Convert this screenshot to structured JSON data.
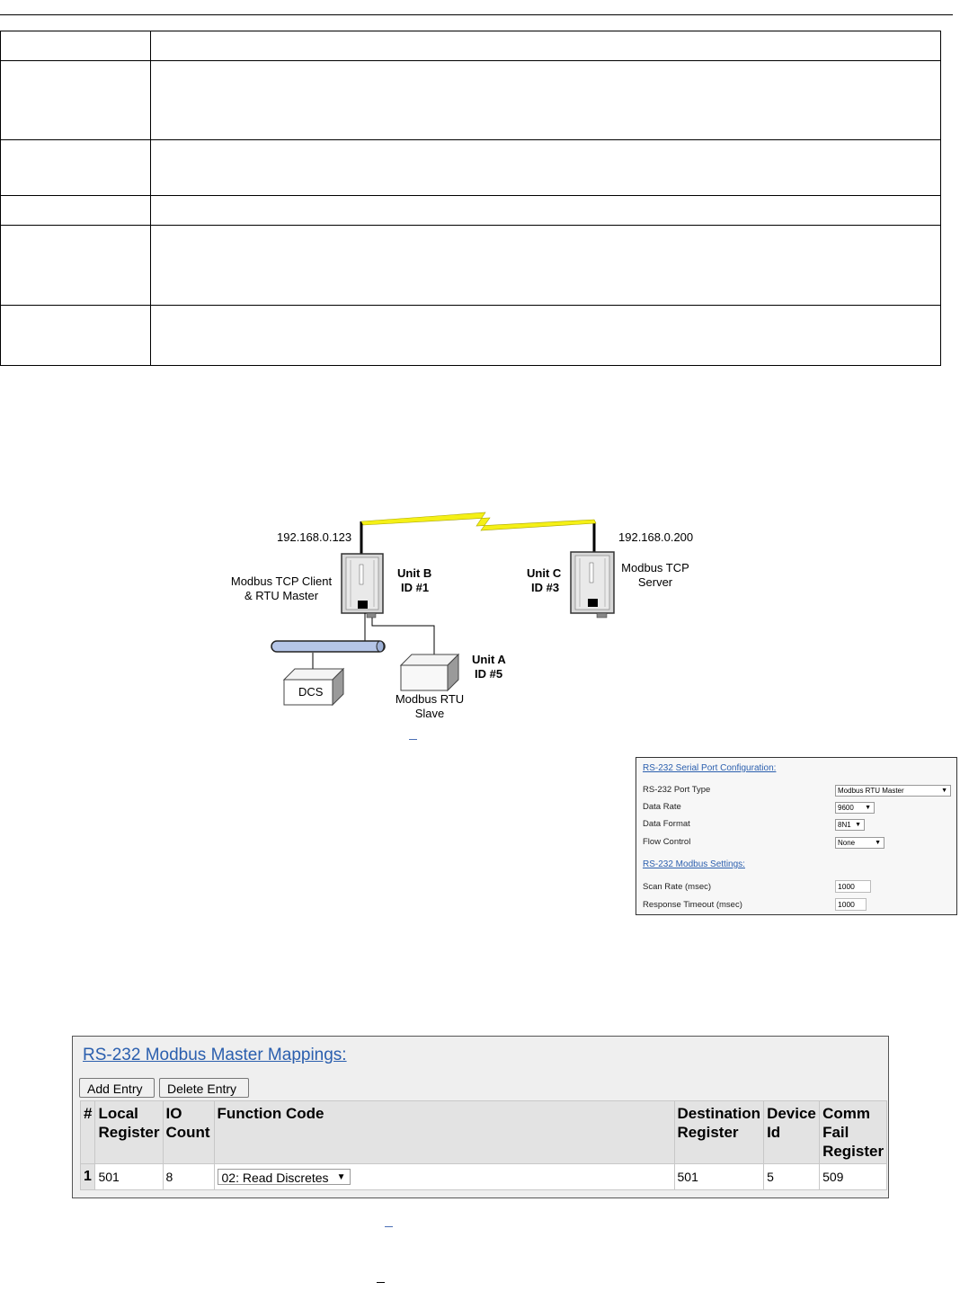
{
  "diagram": {
    "unit_b": {
      "ip": "192.168.0.123",
      "role_line1": "Modbus TCP Client",
      "role_line2": "& RTU Master",
      "name": "Unit B",
      "id": "ID #1"
    },
    "unit_c": {
      "ip": "192.168.0.200",
      "role_line1": "Modbus TCP",
      "role_line2": "Server",
      "name": "Unit C",
      "id": "ID #3"
    },
    "unit_a": {
      "role_line1": "Modbus RTU",
      "role_line2": "Slave",
      "name": "Unit A",
      "id": "ID #5"
    },
    "dcs_label": "DCS",
    "colors": {
      "radio_link": "#f5f016",
      "bus": "#b5c6e8"
    }
  },
  "rs232_config": {
    "section_title": "RS-232 Serial Port Configuration:",
    "rows": [
      {
        "label": "RS-232 Port Type",
        "value": "Modbus RTU Master"
      },
      {
        "label": "Data Rate",
        "value": "9600"
      },
      {
        "label": "Data Format",
        "value": "8N1"
      },
      {
        "label": "Flow Control",
        "value": "None"
      }
    ],
    "modbus_section_title": "RS-232 Modbus Settings:",
    "modbus_rows": [
      {
        "label": "Scan Rate (msec)",
        "value": "1000"
      },
      {
        "label": "Response Timeout (msec)",
        "value": "1000"
      }
    ]
  },
  "mappings": {
    "title": "RS-232 Modbus Master Mappings:",
    "add_label": "Add Entry",
    "delete_label": "Delete Entry",
    "headers": {
      "num": "#",
      "local1": "Local",
      "local2": "Register",
      "io1": "IO",
      "io2": "Count",
      "func": "Function Code",
      "dest1": "Destination",
      "dest2": "Register",
      "dev1": "Device",
      "dev2": "Id",
      "comm1": "Comm",
      "comm2": "Fail",
      "comm3": "Register"
    },
    "rows": [
      {
        "num": "1",
        "local_register": "501",
        "io_count": "8",
        "function_code": "02: Read Discretes",
        "destination_register": "501",
        "device_id": "5",
        "comm_fail_register": "509"
      }
    ]
  }
}
